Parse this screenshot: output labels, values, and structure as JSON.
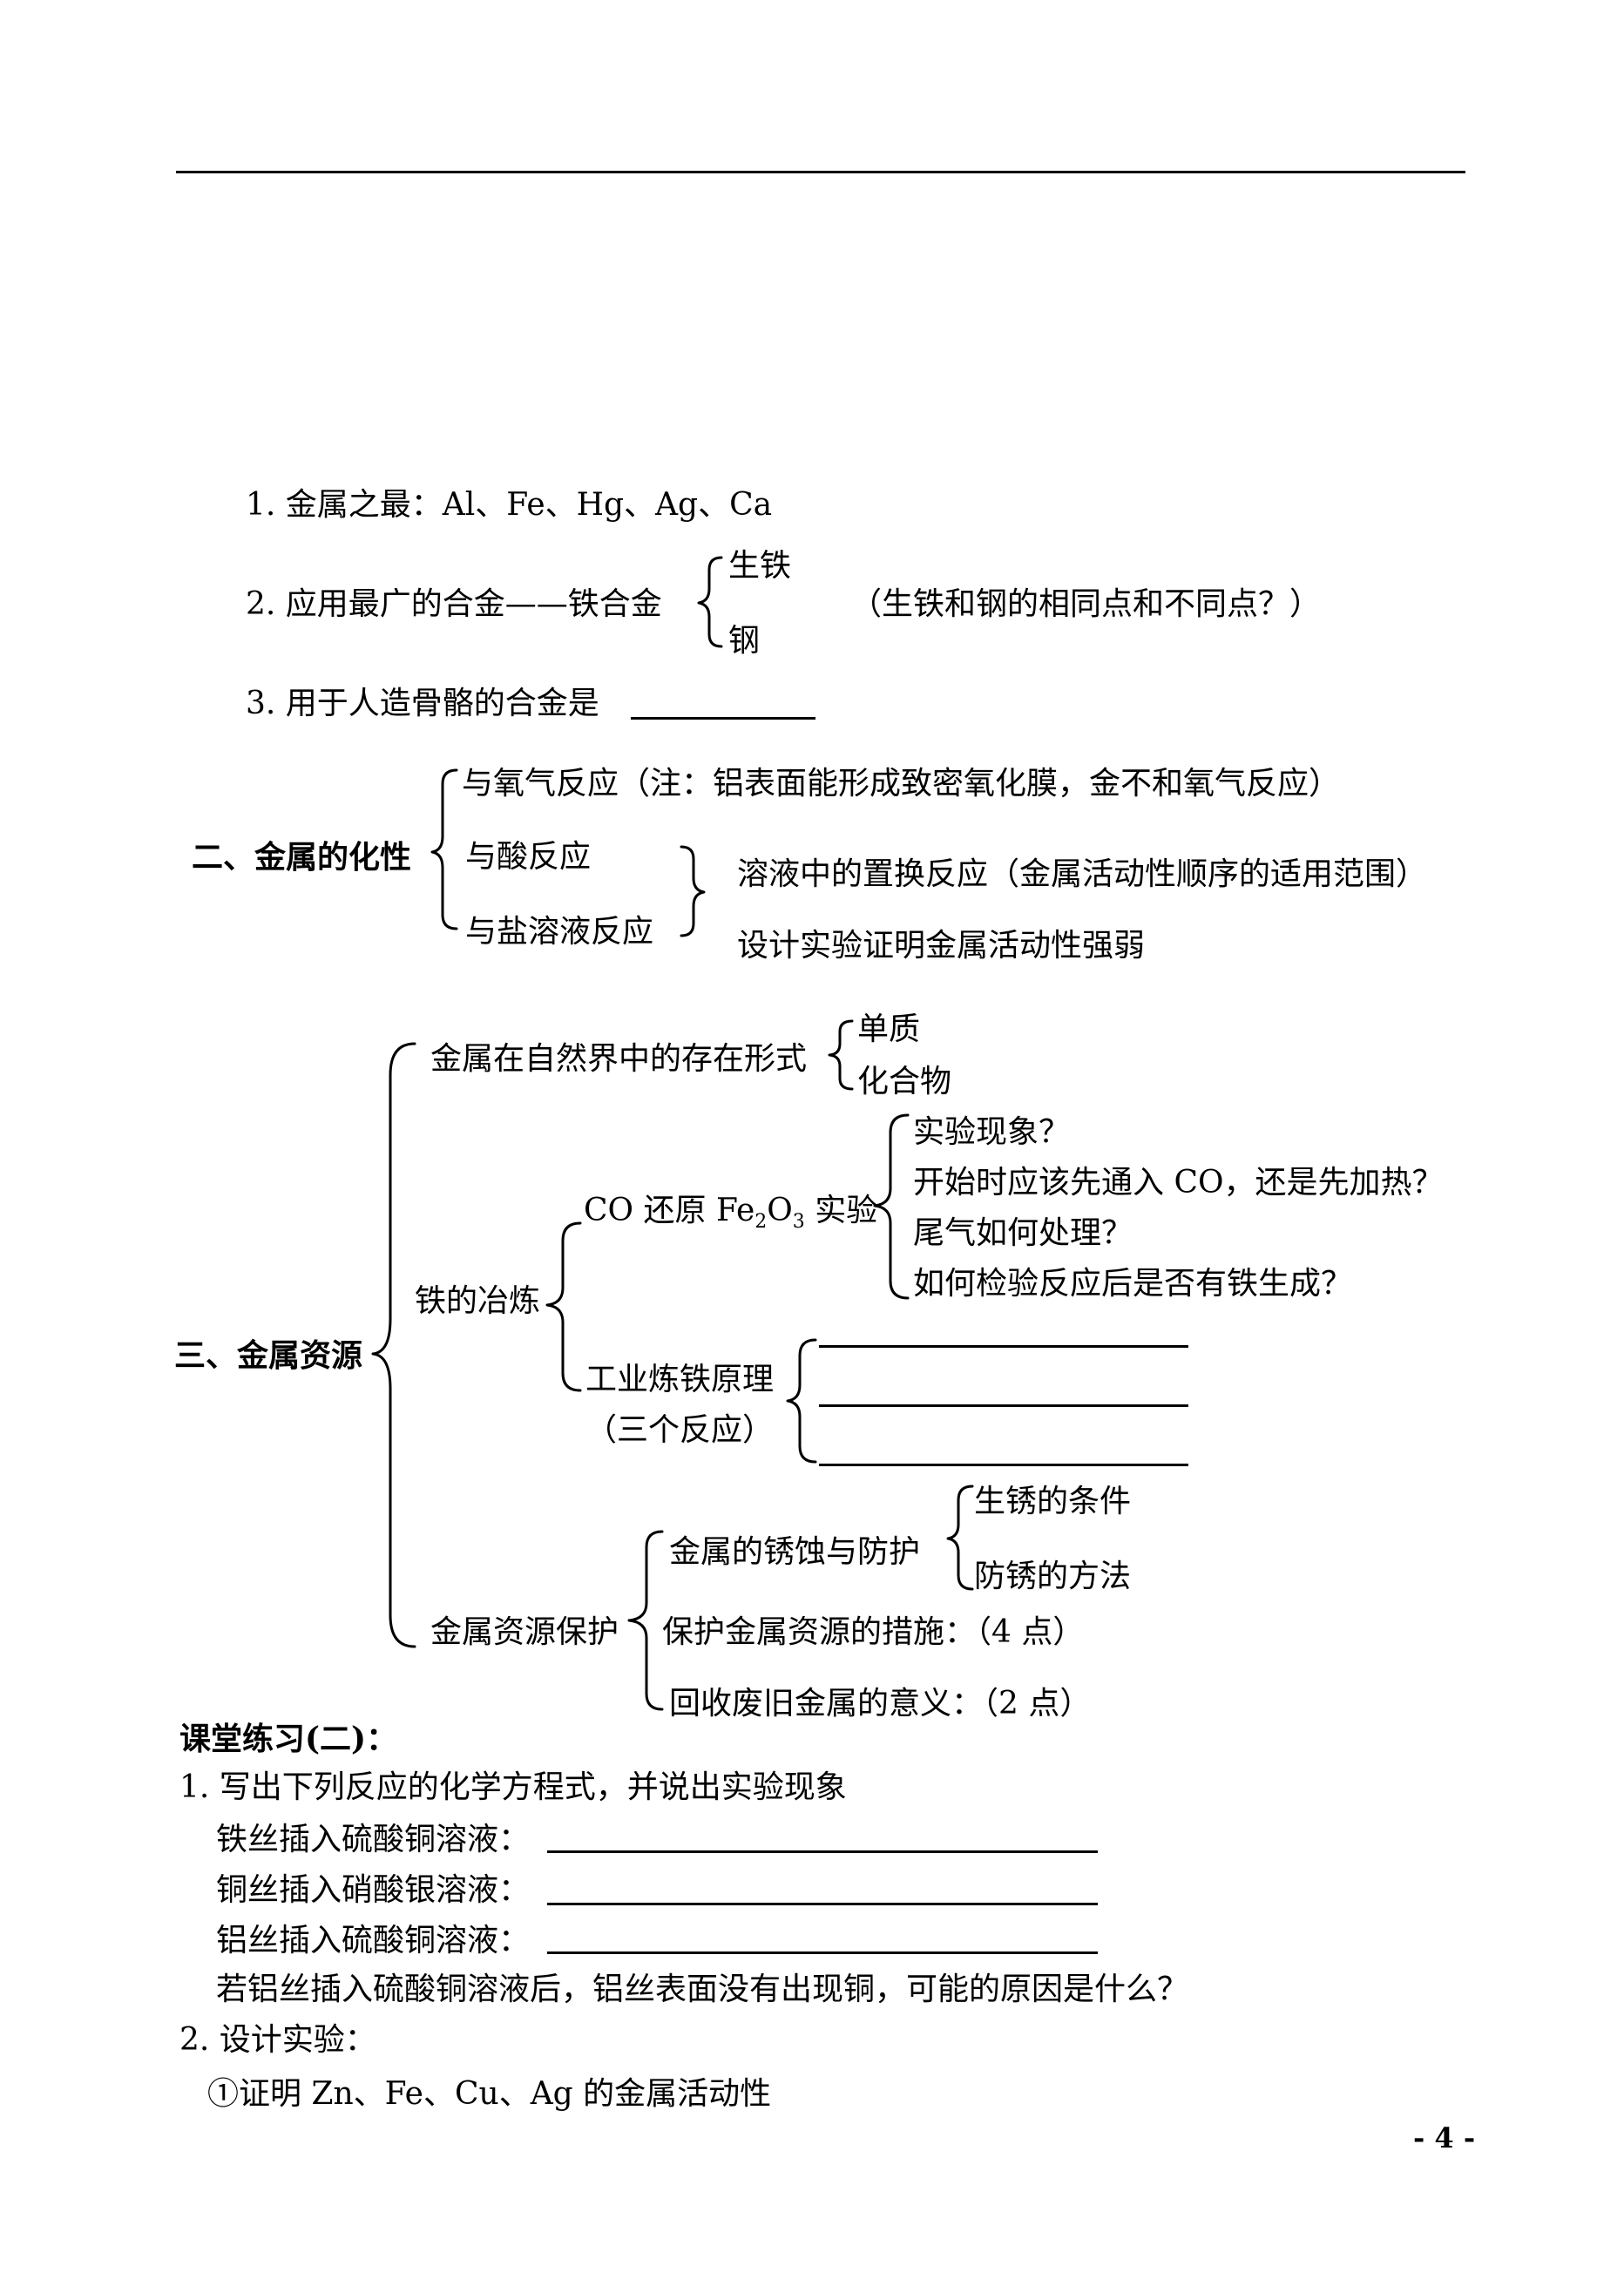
{
  "section1": {
    "item1": "1.  金属之最：Al、Fe、Hg、Ag、Ca",
    "item2": "2.  应用最广的合金——铁合金",
    "item2_branch1": "生铁",
    "item2_branch2": "钢",
    "item2_note": "（生铁和钢的相同点和不同点？）",
    "item3": "3.  用于人造骨骼的合金是"
  },
  "section2": {
    "title": "二、金属的化性",
    "branch1": "与氧气反应（注：铝表面能形成致密氧化膜，金不和氧气反应）",
    "branch2": "与酸反应",
    "branch3": "与盐溶液反应",
    "right1": "溶液中的置换反应（金属活动性顺序的适用范围）",
    "right2": "设计实验证明金属活动性强弱"
  },
  "section3": {
    "title": "三、金属资源",
    "existence": "金属在自然界中的存在形式",
    "existence_a": "单质",
    "existence_b": "化合物",
    "smelting": "铁的冶炼",
    "co_exp_prefix": "CO 还原 Fe",
    "co_exp_sub2": "2",
    "co_exp_o": "O",
    "co_exp_sub3": "3",
    "co_exp_suffix": " 实验",
    "q1": "实验现象？",
    "q2": "开始时应该先通入 CO，还是先加热？",
    "q3": "尾气如何处理？",
    "q4": "如何检验反应后是否有铁生成？",
    "industry": "工业炼铁原理",
    "industry_note": "（三个反应）",
    "protection": "金属资源保护",
    "corrosion": "金属的锈蚀与防护",
    "rust_cond": "生锈的条件",
    "rust_prev": "防锈的方法",
    "measures": "保护金属资源的措施：（4 点）",
    "recycle": "回收废旧金属的意义：（2 点）"
  },
  "practice": {
    "title": "课堂练习(二)：",
    "q1": "1.  写出下列反应的化学方程式，并说出实验现象",
    "a": "铁丝插入硫酸铜溶液：",
    "b": "铜丝插入硝酸银溶液：",
    "c": "铝丝插入硫酸铜溶液：",
    "d": "若铝丝插入硫酸铜溶液后，铝丝表面没有出现铜，可能的原因是什么？",
    "q2": "2.   设计实验：",
    "q2a": "①证明 Zn、Fe、Cu、Ag 的金属活动性"
  },
  "footer": {
    "page_number": "- 4 -"
  }
}
